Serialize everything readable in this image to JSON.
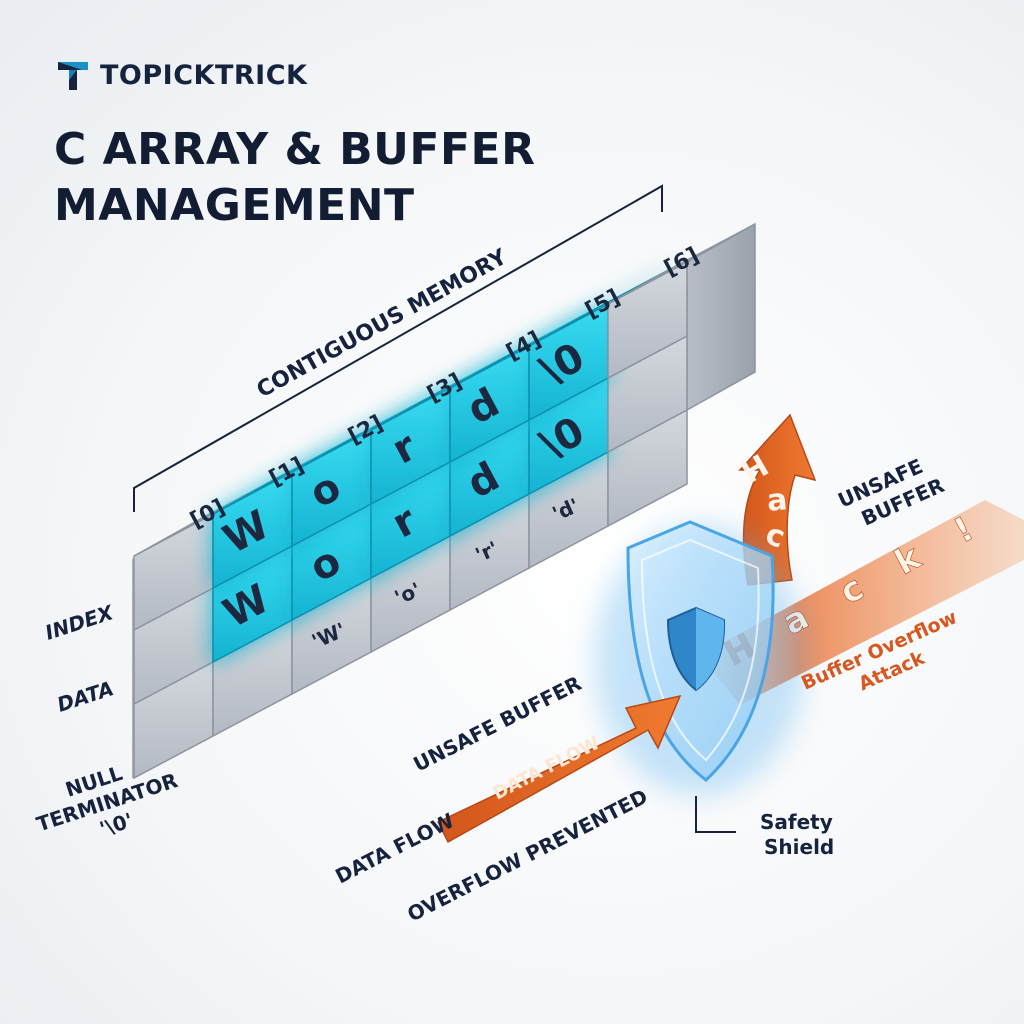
{
  "brand": {
    "name": "TOPICKTRICK",
    "accent": "#1a8fc8",
    "dark": "#16233f"
  },
  "title": {
    "line1": "C ARRAY & BUFFER",
    "line2": "MANAGEMENT"
  },
  "labels": {
    "contiguous": "CONTIGUOUS MEMORY",
    "index": "INDEX",
    "data": "DATA",
    "null1": "NULL",
    "null2": "TERMINATOR",
    "null3": "'\\0'",
    "unsafe_top_1": "UNSAFE",
    "unsafe_top_2": "BUFFER",
    "unsafe_mid": "UNSAFE BUFFER",
    "attack_1": "Buffer Overflow",
    "attack_2": "Attack",
    "flow_arrow": "DATA FLOW",
    "flow_bottom": "DATA FLOW",
    "prevented": "OVERFLOW PREVENTED",
    "shield_1": "Safety",
    "shield_2": "Shield"
  },
  "indices": [
    "[0]",
    "[1]",
    "[2]",
    "[3]",
    "[4]",
    "[5]",
    "[6]"
  ],
  "top_glow": [
    "W",
    "o",
    "r",
    "d",
    "\\0"
  ],
  "mid_glow": [
    "W",
    "o",
    "r",
    "d",
    "\\0"
  ],
  "front_data": [
    "'W'",
    "'o'",
    "'r'",
    "'d'"
  ],
  "hack_curved": [
    "H",
    "a",
    "c"
  ],
  "hack_beam": [
    "H",
    "a",
    "c",
    "k",
    "!"
  ],
  "colors": {
    "glow": "#27d3ec",
    "glow_dark": "#0a9fbd",
    "orange": "#e8692a",
    "grey_top": "#d7dbe0",
    "grey_front": "#c3c8cf",
    "grey_side": "#a9afb8",
    "shield": "#5ab3f0"
  }
}
